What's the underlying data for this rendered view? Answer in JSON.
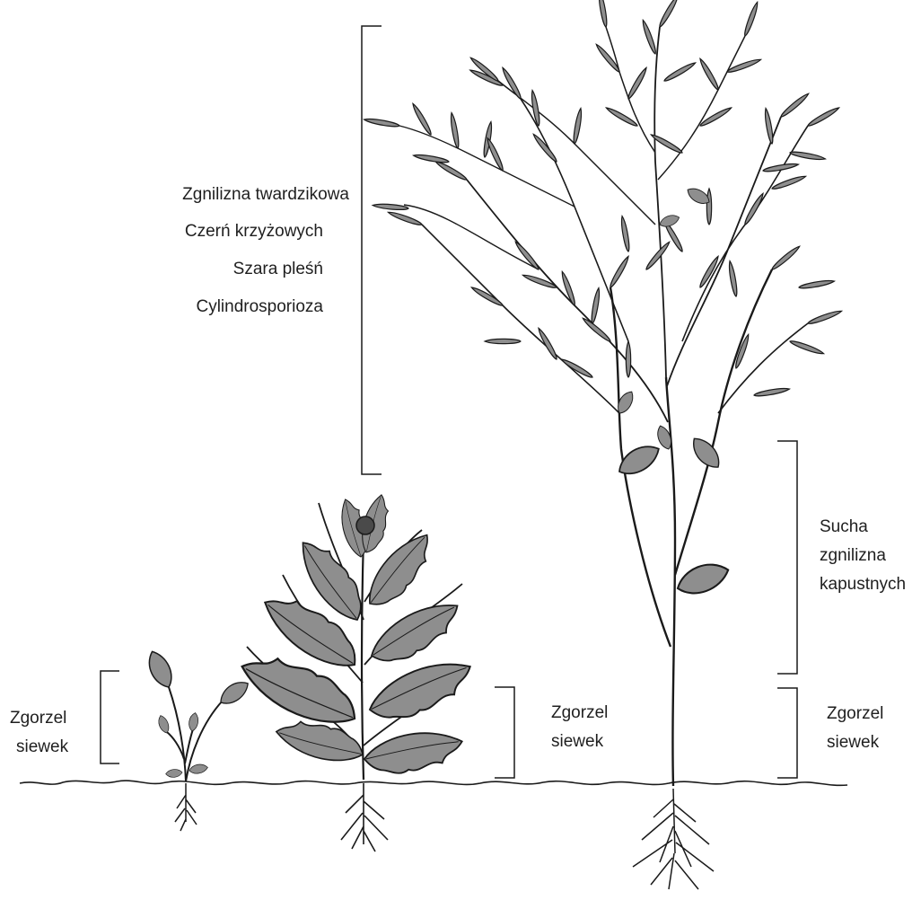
{
  "upper_plant_diseases": {
    "items": [
      "Zgnilizna twardzikowa",
      "Czerń krzyżowych",
      "Szara pleśń",
      "Cylindrosporioza"
    ]
  },
  "stem_base_disease": {
    "lines": [
      "Sucha",
      "zgnilizna",
      "kapustnych"
    ]
  },
  "seedling_disease_small": {
    "lines": [
      "Zgorzel",
      "siewek"
    ]
  },
  "seedling_disease_medium": {
    "lines": [
      "Zgorzel",
      "siewek"
    ]
  },
  "seedling_disease_tall": {
    "lines": [
      "Zgorzel",
      "siewek"
    ]
  },
  "colors": {
    "ink": "#1a1a1a",
    "leaf_fill": "#8e8e8e",
    "background": "#ffffff"
  }
}
